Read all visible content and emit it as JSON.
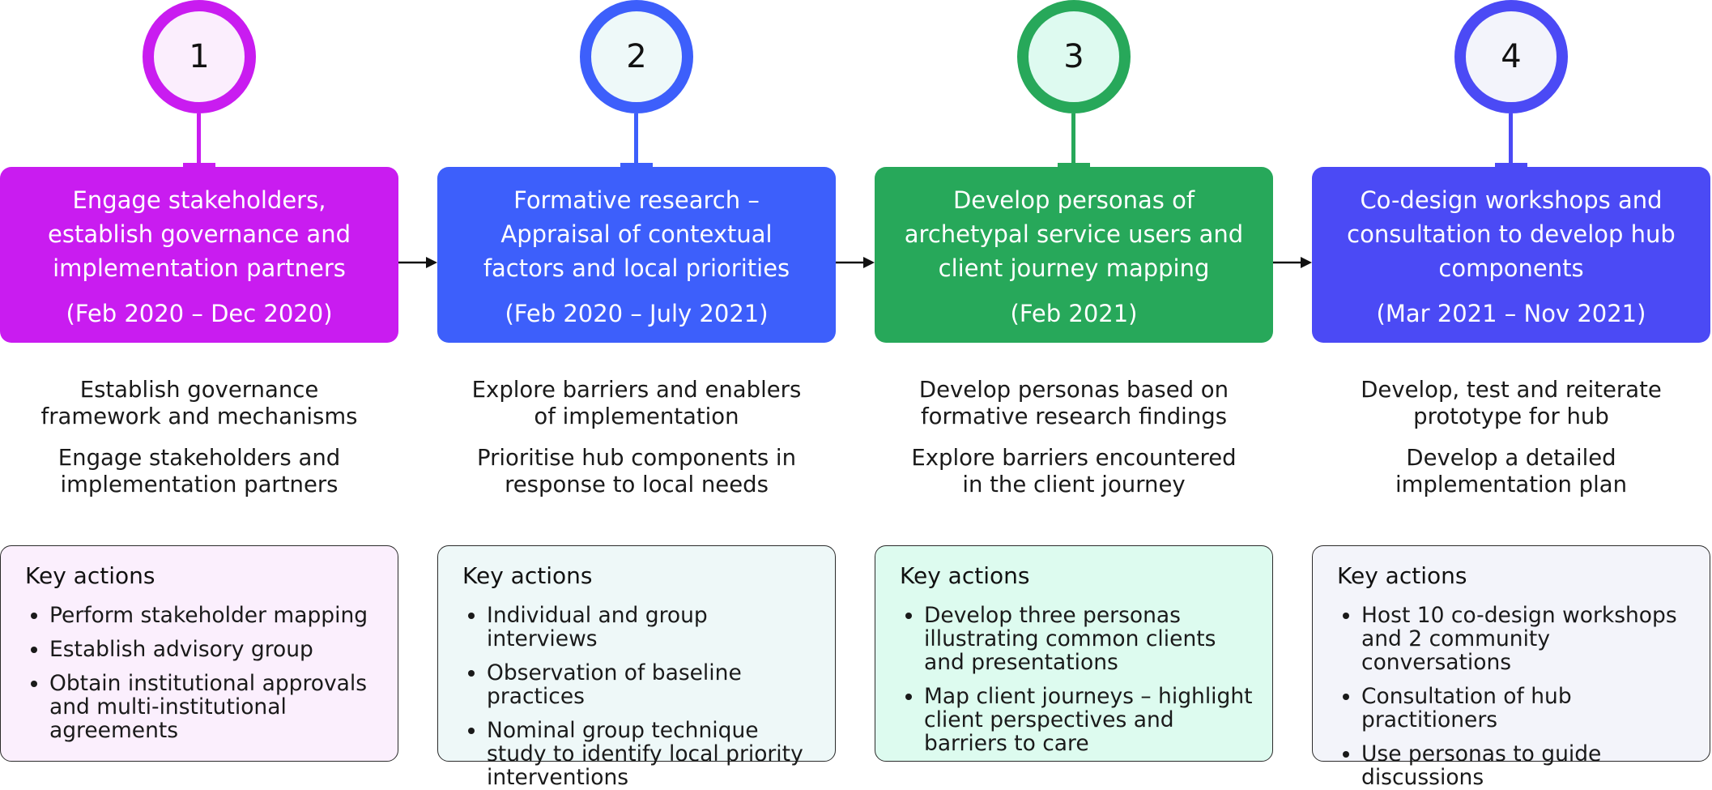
{
  "colors": {
    "magenta": "#c91cf0",
    "blue": "#3d5ffb",
    "green": "#27a85a",
    "indigo": "#4b4af5"
  },
  "stages": [
    {
      "number": "1",
      "title": "Engage stakeholders, establish governance and implementation partners",
      "dates": "(Feb 2020 – Dec 2020)",
      "descriptions": [
        "Establish governance framework and mechanisms",
        "Engage stakeholders and implementation partners"
      ],
      "key_actions_title": "Key actions",
      "key_actions": [
        "Perform stakeholder mapping",
        "Establish advisory group",
        "Obtain institutional approvals and multi-institutional agreements"
      ]
    },
    {
      "number": "2",
      "title": "Formative research – Appraisal of contextual factors and local priorities",
      "dates": "(Feb 2020 – July 2021)",
      "descriptions": [
        "Explore barriers and enablers of implementation",
        "Prioritise hub components in response to local needs"
      ],
      "key_actions_title": "Key actions",
      "key_actions": [
        "Individual and group interviews",
        "Observation of baseline practices",
        "Nominal group technique study to identify local priority interventions"
      ]
    },
    {
      "number": "3",
      "title": "Develop personas of archetypal service users and client journey mapping",
      "dates": "(Feb 2021)",
      "descriptions": [
        "Develop personas based on formative research findings",
        "Explore barriers encountered in the client journey"
      ],
      "key_actions_title": "Key actions",
      "key_actions": [
        "Develop three personas illustrating common clients and presentations",
        "Map client journeys – highlight client perspectives and barriers to care"
      ]
    },
    {
      "number": "4",
      "title": "Co-design workshops and consultation to develop hub components",
      "dates": "(Mar 2021 – Nov 2021)",
      "descriptions": [
        "Develop, test and reiterate prototype for hub",
        "Develop a detailed implementation plan"
      ],
      "key_actions_title": "Key actions",
      "key_actions": [
        "Host 10 co-design workshops and 2 community conversations",
        "Consultation of hub practitioners",
        "Use personas to guide discussions"
      ]
    }
  ]
}
